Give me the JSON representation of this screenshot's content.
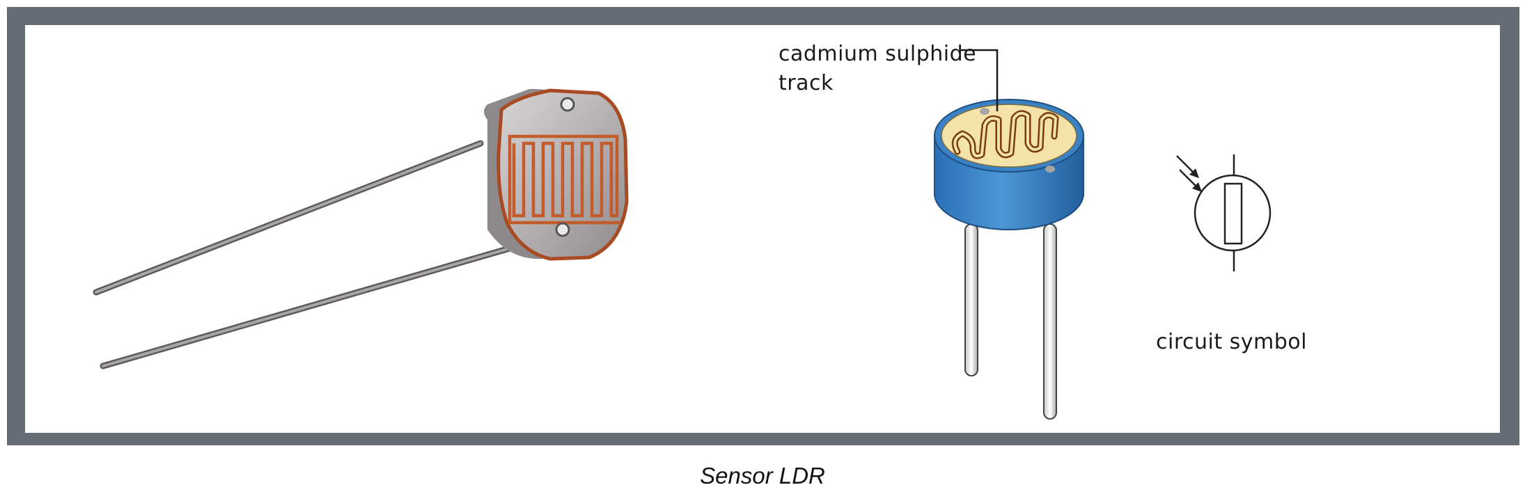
{
  "figure": {
    "labels": {
      "track_line1": "cadmium sulphide",
      "track_line2": "track",
      "symbol": "circuit symbol"
    },
    "caption": "Sensor LDR"
  },
  "colors": {
    "frame": "#656c73",
    "ldr_photo_body": "#b5b2b4",
    "ldr_track": "#c45b2a",
    "diagram_body": "#3b82c4",
    "diagram_face": "#f3e3a8",
    "diagram_track": "#7a3a14"
  }
}
